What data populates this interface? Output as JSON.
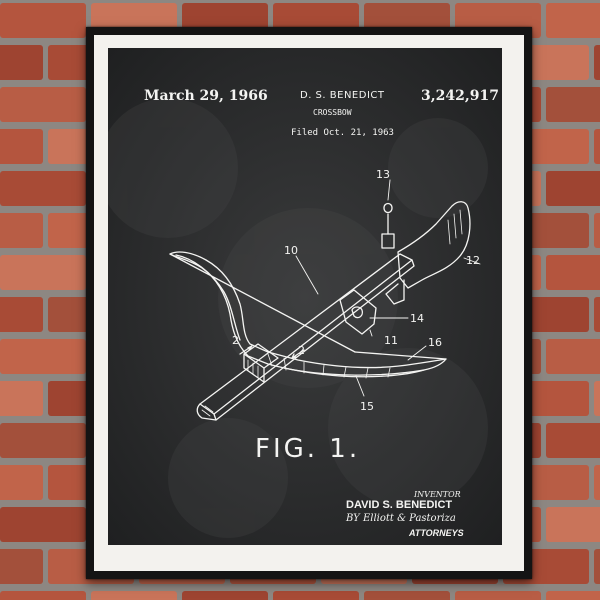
{
  "patent": {
    "date": "March 29, 1966",
    "inventor_name": "D. S. BENEDICT",
    "patent_number": "3,242,917",
    "title": "CROSSBOW",
    "filed": "Filed Oct. 21, 1963",
    "figure_label": "FIG. 1.",
    "reference_numerals": {
      "r2a": "2",
      "r2b": "2",
      "r10": "10",
      "r11": "11",
      "r12": "12",
      "r13": "13",
      "r14": "14",
      "r15": "15",
      "r16": "16"
    },
    "signature": {
      "inventor_label": "INVENTOR",
      "inventor_full": "DAVID S. BENEDICT",
      "by_line": "BY Elliott & Pastoriza",
      "attorneys": "ATTORNEYS"
    }
  },
  "colors": {
    "chalkboard": "#2f3031",
    "ink": "#f4f4f2",
    "mat": "#f3f2ee",
    "frame": "#141414",
    "brick": "#b4553e",
    "mortar": "#8d8782"
  }
}
